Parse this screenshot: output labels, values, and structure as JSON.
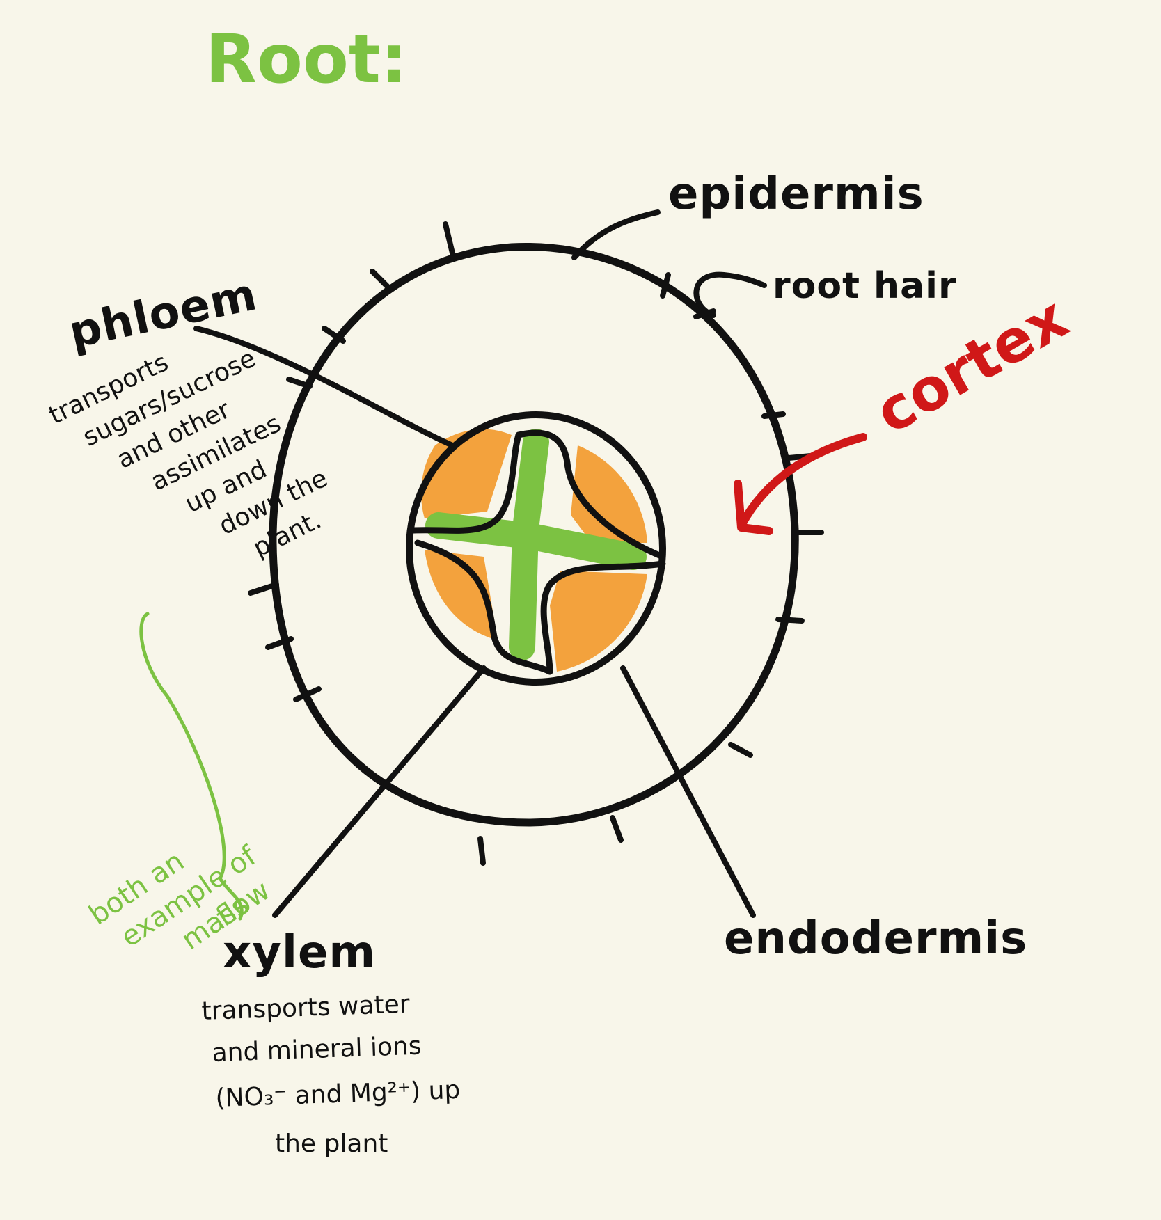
{
  "title": "Root:",
  "labels": {
    "epidermis": "epidermis",
    "root_hair": "root hair",
    "cortex": "cortex",
    "phloem": "phloem",
    "xylem": "xylem",
    "endodermis": "endodermis"
  },
  "notes": {
    "phloem_lines": [
      "transports",
      "sugars/sucrose",
      "and other",
      "assimilates",
      "up and",
      "down the",
      "plant."
    ],
    "xylem_lines": [
      "transports water",
      "and mineral ions",
      "(NO₃⁻ and Mg²⁺) up",
      "the plant"
    ],
    "mass_flow_lines": [
      "both an",
      "example of",
      "mass",
      "flow"
    ]
  },
  "colors": {
    "background": "#f8f6ea",
    "ink": "#111111",
    "title_green": "#7cc242",
    "xylem_green": "#7cc242",
    "phloem_orange": "#f29a2e",
    "cortex_red": "#d01818"
  }
}
